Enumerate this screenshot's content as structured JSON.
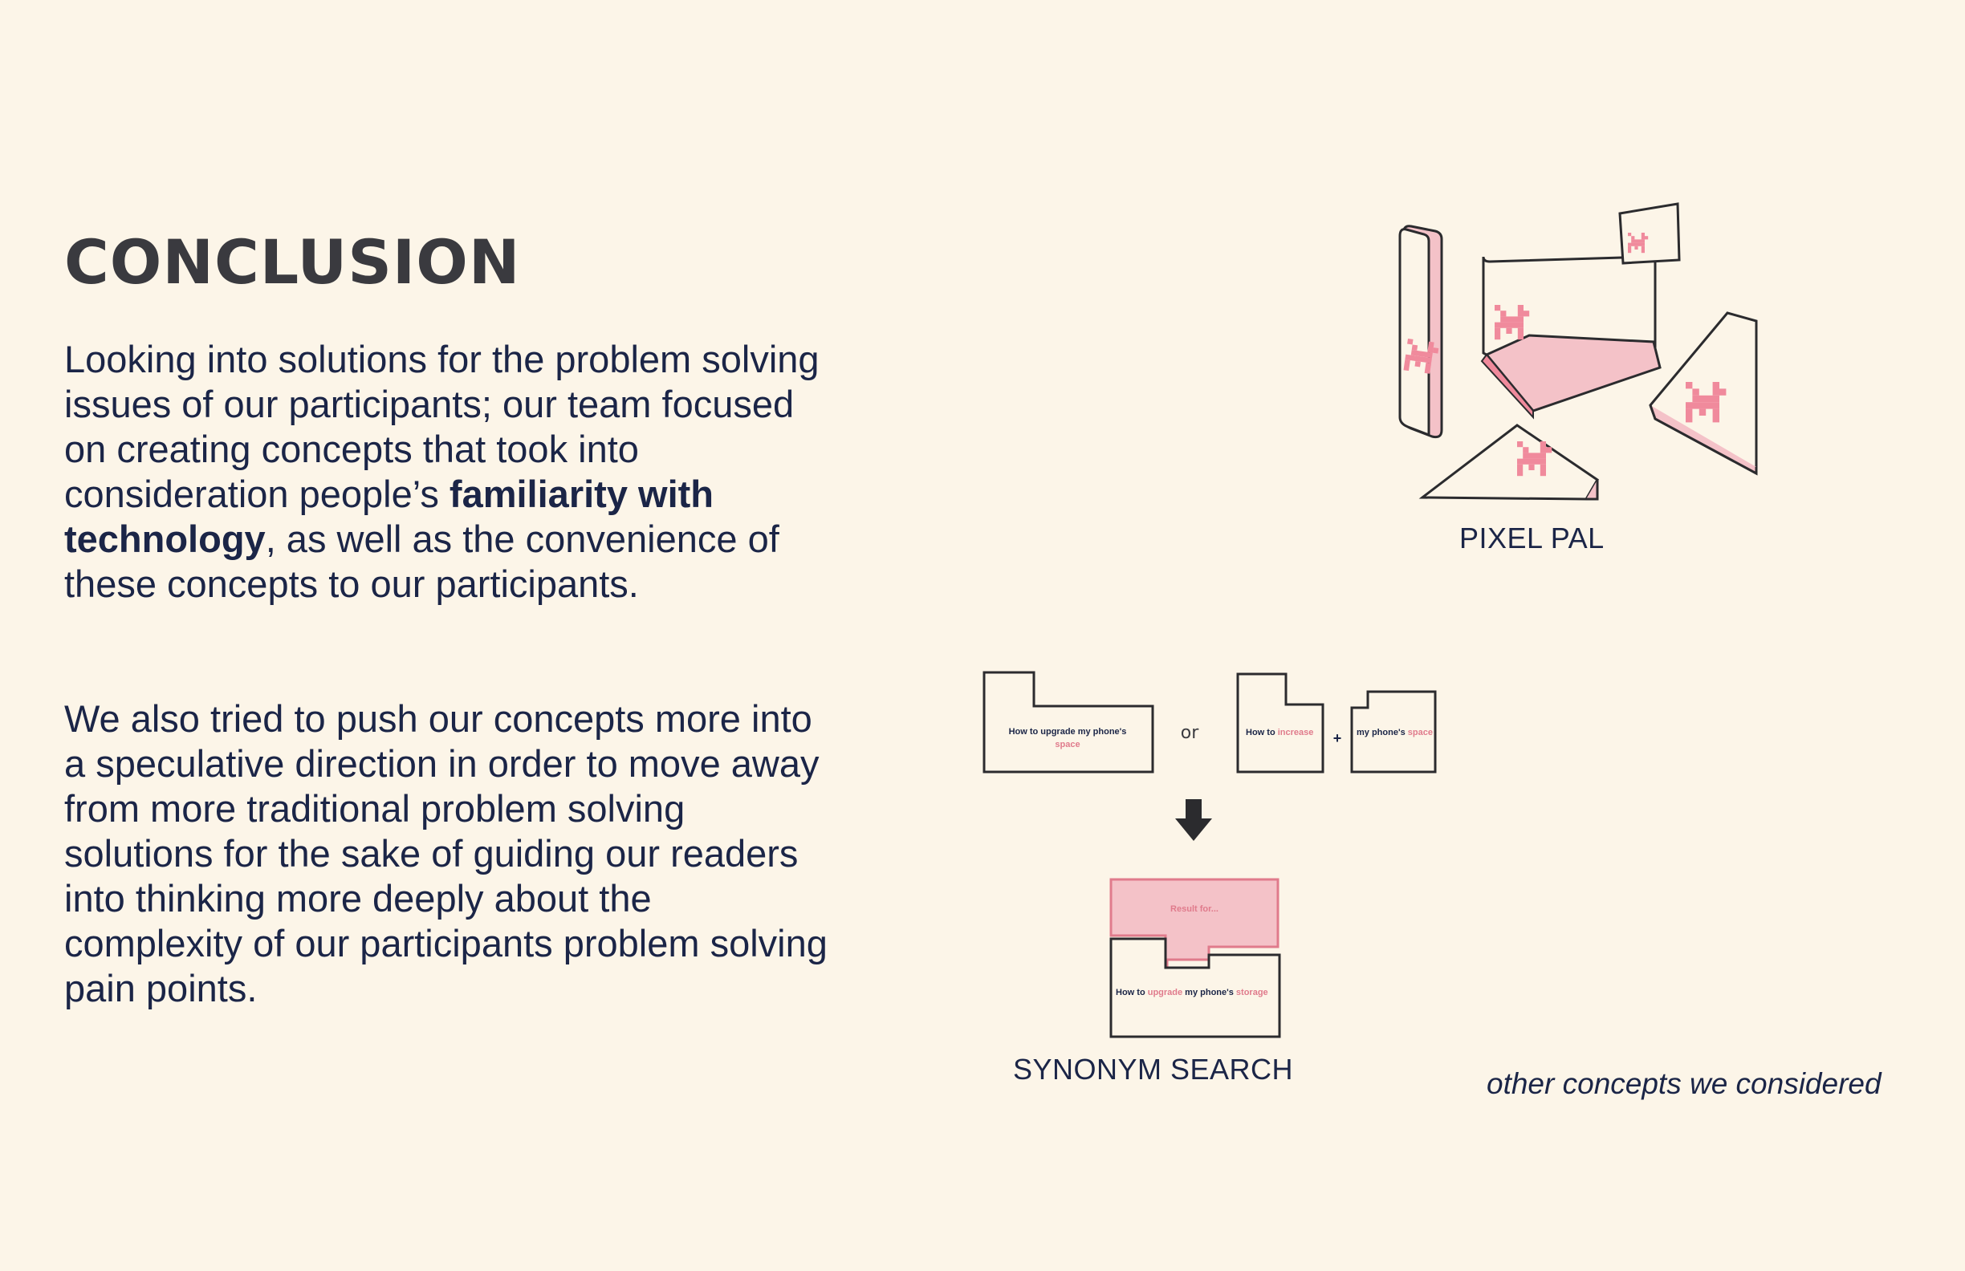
{
  "slide": {
    "title": "CONCLUSION",
    "paragraph1": {
      "before": "Looking into solutions for the problem solving issues of our participants; our team focused on creating concepts that took into consideration people’s ",
      "bold": "familiarity with technology",
      "after": ", as well as the convenience of these concepts to our participants."
    },
    "paragraph2": "We also tried to push our concepts more into a speculative direction in order to move away from more traditional problem solving solutions for the sake of guiding our readers into thinking more deeply about the complexity of our participants problem solving pain points."
  },
  "concepts": {
    "pixel_pal": {
      "caption": "PIXEL PAL"
    },
    "synonym_search": {
      "caption": "SYNONYM SEARCH",
      "card1": {
        "text": "How to upgrade my phone's",
        "highlight": "space"
      },
      "or_label": "or",
      "card2": {
        "text": "How to ",
        "highlight": "increase"
      },
      "plus_label": "+",
      "card3": {
        "text": "my phone's ",
        "highlight": "space"
      },
      "result": {
        "text": "Result for..."
      },
      "query": {
        "text1": "How to ",
        "highlight1": "upgrade",
        "text2": " my phone's ",
        "highlight2": "storage"
      }
    },
    "note": "other concepts we considered"
  },
  "colors": {
    "background": "#FCF5E8",
    "text": "#1B2547",
    "title": "#3A3A3F",
    "accent_pink": "#F4C2C8",
    "highlight_pink": "#E07B8C"
  }
}
